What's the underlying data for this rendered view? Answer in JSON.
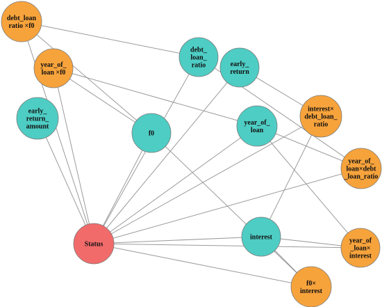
{
  "colors": {
    "base_feature": "#4ecdc4",
    "cross_feature": "#f7a33c",
    "target": "#f26b6b",
    "edge": "#9a9a9a"
  },
  "nodes": [
    {
      "id": "debt_loan_ratio_x_f0",
      "lines": [
        "debt_loan",
        "ratio ×f0"
      ],
      "kind": "cross_feature"
    },
    {
      "id": "year_of_loan_x_f0",
      "lines": [
        "year_of_",
        "loan ×f0"
      ],
      "kind": "cross_feature"
    },
    {
      "id": "debt_loan_ratio",
      "lines": [
        "debt_",
        "loan_",
        "ratio"
      ],
      "kind": "base_feature"
    },
    {
      "id": "early_return",
      "lines": [
        "early_",
        "return"
      ],
      "kind": "base_feature"
    },
    {
      "id": "early_return_amount",
      "lines": [
        "early_",
        "return_",
        "amount"
      ],
      "kind": "base_feature"
    },
    {
      "id": "f0",
      "lines": [
        "f0"
      ],
      "kind": "base_feature"
    },
    {
      "id": "year_of_loan",
      "lines": [
        "year_of_",
        "loan"
      ],
      "kind": "base_feature"
    },
    {
      "id": "interest_x_debt_loan_ratio",
      "lines": [
        "interest×",
        "debt_loan_",
        "ratio"
      ],
      "kind": "cross_feature"
    },
    {
      "id": "year_of_loan_x_debt_loan_ratio",
      "lines": [
        "year_of_",
        "loan×debt",
        "_loan_ratio"
      ],
      "kind": "cross_feature"
    },
    {
      "id": "status",
      "lines": [
        "Status"
      ],
      "kind": "target"
    },
    {
      "id": "interest",
      "lines": [
        "interest"
      ],
      "kind": "base_feature"
    },
    {
      "id": "year_of_loan_x_interest",
      "lines": [
        "year_of",
        "_loan×",
        "interest"
      ],
      "kind": "cross_feature"
    },
    {
      "id": "f0_x_interest",
      "lines": [
        "f0×",
        "interest"
      ],
      "kind": "cross_feature"
    }
  ],
  "edges": [
    [
      "debt_loan_ratio_x_f0",
      "status"
    ],
    [
      "debt_loan_ratio_x_f0",
      "f0"
    ],
    [
      "debt_loan_ratio_x_f0",
      "debt_loan_ratio"
    ],
    [
      "year_of_loan_x_f0",
      "status"
    ],
    [
      "year_of_loan_x_f0",
      "f0"
    ],
    [
      "year_of_loan_x_f0",
      "year_of_loan"
    ],
    [
      "debt_loan_ratio",
      "status"
    ],
    [
      "debt_loan_ratio",
      "year_of_loan_x_debt_loan_ratio"
    ],
    [
      "early_return",
      "status"
    ],
    [
      "early_return",
      "interest_x_debt_loan_ratio"
    ],
    [
      "early_return_amount",
      "status"
    ],
    [
      "f0",
      "status"
    ],
    [
      "f0",
      "f0_x_interest"
    ],
    [
      "year_of_loan",
      "status"
    ],
    [
      "year_of_loan",
      "year_of_loan_x_interest"
    ],
    [
      "year_of_loan",
      "year_of_loan_x_debt_loan_ratio"
    ],
    [
      "interest_x_debt_loan_ratio",
      "status"
    ],
    [
      "interest_x_debt_loan_ratio",
      "interest"
    ],
    [
      "year_of_loan_x_debt_loan_ratio",
      "status"
    ],
    [
      "status",
      "interest"
    ],
    [
      "status",
      "year_of_loan_x_interest"
    ],
    [
      "status",
      "f0_x_interest"
    ],
    [
      "interest",
      "year_of_loan_x_interest"
    ],
    [
      "interest",
      "f0_x_interest"
    ]
  ]
}
